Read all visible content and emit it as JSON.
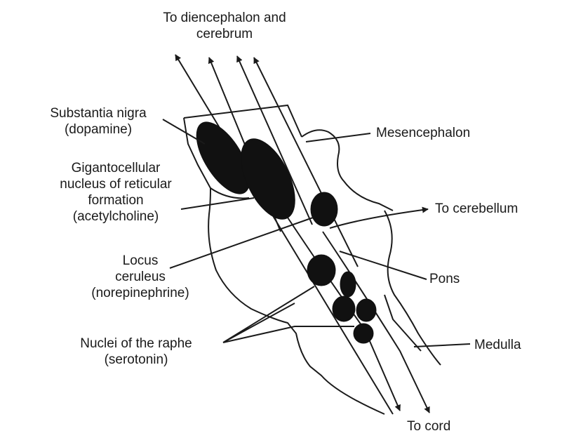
{
  "labels": {
    "top": [
      "To diencephalon and",
      "cerebrum"
    ],
    "substantia": [
      "Substantia nigra",
      "(dopamine)"
    ],
    "giganto": [
      "Gigantocellular",
      "nucleus of reticular",
      "formation",
      "(acetylcholine)"
    ],
    "locus": [
      "Locus",
      "ceruleus",
      "(norepinephrine)"
    ],
    "raphe": [
      "Nuclei of the raphe",
      "(serotonin)"
    ],
    "mesencephalon": "Mesencephalon",
    "cerebellum": "To cerebellum",
    "pons": "Pons",
    "medulla": "Medulla",
    "cord": "To cord"
  },
  "colors": {
    "ink": "#1a1a1a",
    "nucleus": "#111111",
    "background": "#ffffff"
  }
}
